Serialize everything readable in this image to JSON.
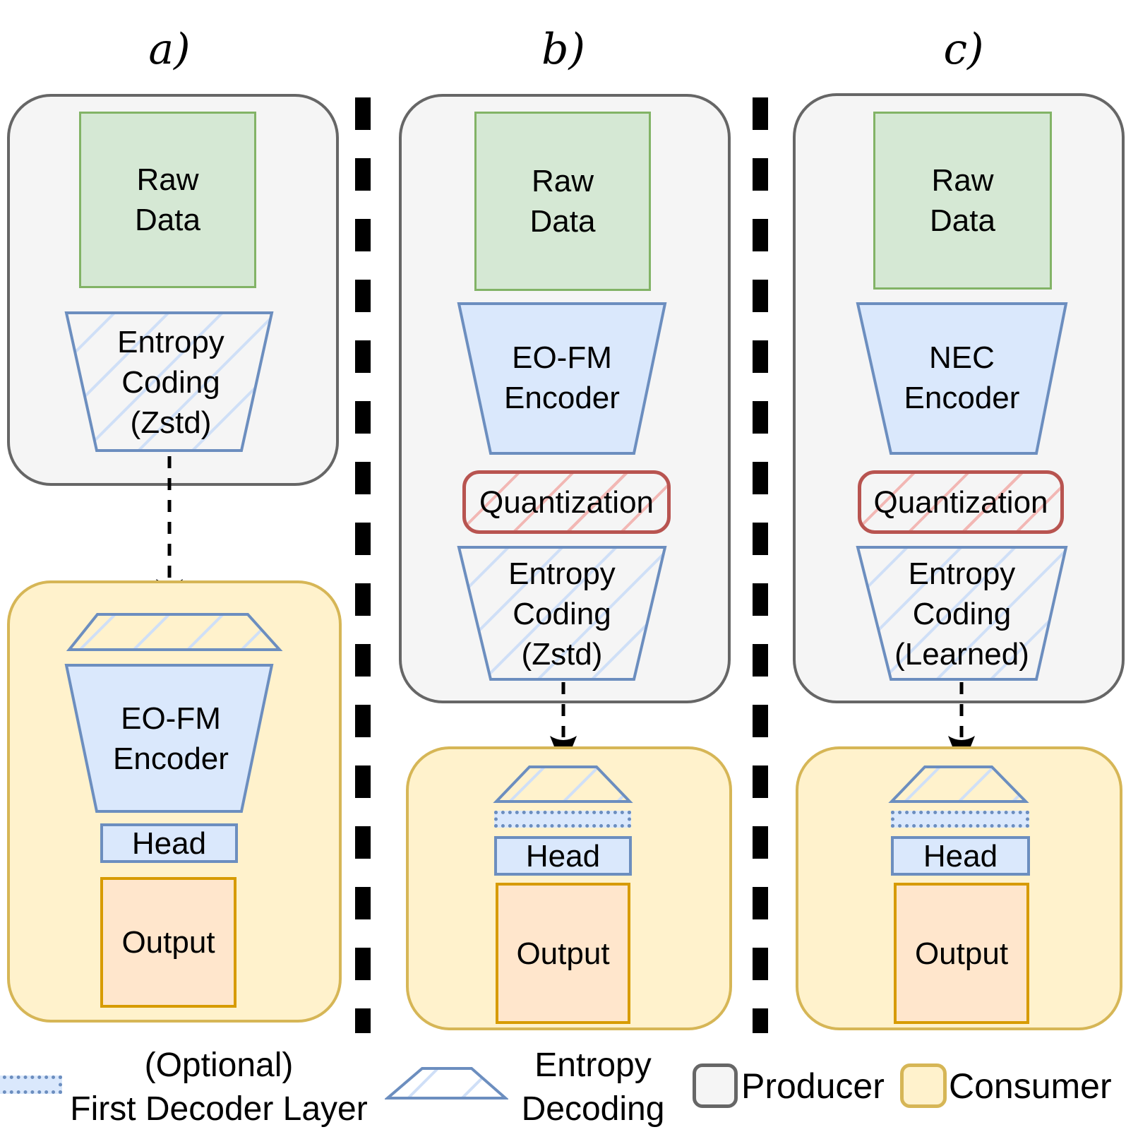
{
  "panels": {
    "a": {
      "label": "a)",
      "producer": {
        "raw_data": "Raw\nData",
        "entropy_coding": "Entropy\nCoding\n(Zstd)"
      },
      "consumer": {
        "encoder": "EO-FM\nEncoder",
        "head": "Head",
        "output": "Output"
      }
    },
    "b": {
      "label": "b)",
      "producer": {
        "raw_data": "Raw\nData",
        "encoder": "EO-FM\nEncoder",
        "quantization": "Quantization",
        "entropy_coding": "Entropy\nCoding\n(Zstd)"
      },
      "consumer": {
        "head": "Head",
        "output": "Output"
      }
    },
    "c": {
      "label": "c)",
      "producer": {
        "raw_data": "Raw\nData",
        "encoder": "NEC\nEncoder",
        "quantization": "Quantization",
        "entropy_coding": "Entropy\nCoding\n(Learned)"
      },
      "consumer": {
        "head": "Head",
        "output": "Output"
      }
    }
  },
  "legend": {
    "optional_decoder_label": "(Optional)\nFirst Decoder Layer",
    "entropy_decoding_label": "Entropy\nDecoding",
    "producer_label": "Producer",
    "consumer_label": "Consumer"
  },
  "colors": {
    "green_fill": "#d5e8d4",
    "green_stroke": "#82b366",
    "blue_fill": "#dae8fc",
    "blue_stroke": "#6c8ebf",
    "gray_fill": "#f5f5f5",
    "gray_stroke": "#666666",
    "yellow_fill": "#fff2cc",
    "yellow_stroke": "#d6b656",
    "orange_fill": "#ffe6cc",
    "orange_stroke": "#d79b00",
    "red_stroke": "#b85450",
    "red_hatch": "#f2b7b4",
    "blue_hatch": "#cfdff7",
    "ink": "#000000"
  }
}
